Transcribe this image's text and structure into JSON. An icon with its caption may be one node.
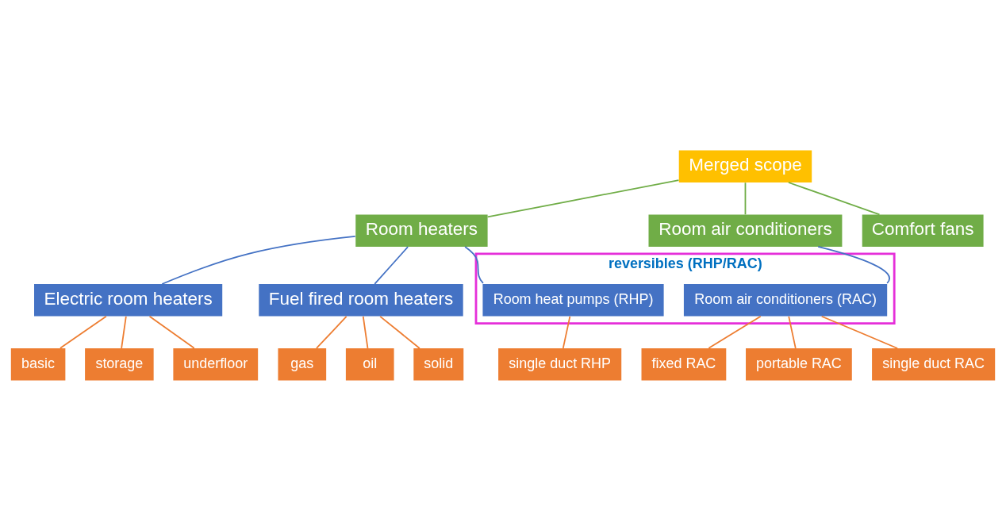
{
  "diagram": {
    "nodes": [
      {
        "text": [
          "Merged scope"
        ]
      },
      {
        "text": [
          "Room heaters"
        ]
      },
      {
        "text": [
          "Room air conditioners"
        ]
      },
      {
        "text": [
          "Comfort fans"
        ]
      },
      {
        "text": [
          "Electric room heaters"
        ]
      },
      {
        "text": [
          "Fuel fired room heaters"
        ]
      },
      {
        "text": [
          "reversibles (RHP/RAC)"
        ]
      },
      {
        "text": [
          "Room heat pumps (RHP)"
        ],
        "in": 6
      },
      {
        "text": [
          "Room air conditioners (RAC)"
        ],
        "in": 6
      },
      {
        "text": [
          "basic"
        ]
      },
      {
        "text": [
          "storage"
        ]
      },
      {
        "text": [
          "underfloor"
        ]
      },
      {
        "text": [
          "gas"
        ]
      },
      {
        "text": [
          "oil"
        ]
      },
      {
        "text": [
          "solid"
        ]
      },
      {
        "text": [
          "single duct RHP"
        ]
      },
      {
        "text": [
          "fixed RAC"
        ]
      },
      {
        "text": [
          "portable RAC"
        ]
      },
      {
        "text": [
          "single duct RAC"
        ]
      }
    ],
    "edges": [
      {
        "from": 0,
        "to": 1,
        "arrow": "none",
        "color": "#70ad47"
      },
      {
        "from": 0,
        "to": 2,
        "arrow": "none",
        "color": "#70ad47"
      },
      {
        "from": 0,
        "to": 3,
        "arrow": "none",
        "color": "#70ad47"
      },
      {
        "from": 1,
        "to": 4,
        "arrow": "none",
        "color": "#4472c4"
      },
      {
        "from": 1,
        "to": 5,
        "arrow": "none",
        "color": "#4472c4"
      },
      {
        "from": 1,
        "to": 7,
        "arrow": "none",
        "color": "#4472c4"
      },
      {
        "from": 2,
        "to": 8,
        "arrow": "none",
        "color": "#4472c4"
      },
      {
        "from": 4,
        "to": 9,
        "arrow": "none"
      },
      {
        "from": 4,
        "to": 10,
        "arrow": "none"
      },
      {
        "from": 4,
        "to": 11,
        "arrow": "none"
      },
      {
        "from": 5,
        "to": 12,
        "arrow": "none"
      },
      {
        "from": 5,
        "to": 13,
        "arrow": "none"
      },
      {
        "from": 5,
        "to": 14,
        "arrow": "none"
      },
      {
        "from": 7,
        "to": 15,
        "arrow": "none"
      },
      {
        "from": 8,
        "to": 16,
        "arrow": "none"
      },
      {
        "from": 8,
        "to": 17,
        "arrow": "none"
      },
      {
        "from": 8,
        "to": 18,
        "arrow": "none"
      }
    ]
  }
}
